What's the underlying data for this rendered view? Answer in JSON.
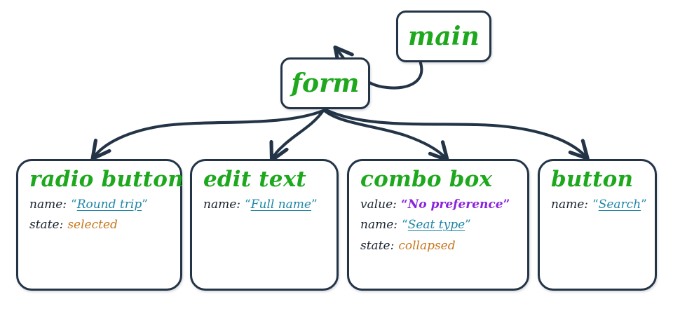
{
  "diagram": {
    "title": "accessibility-tree-fragment",
    "colors": {
      "node_border": "#243447",
      "node_type": "#1da81d",
      "label": "#1b2430",
      "name_value": "#1f87a8",
      "value_value": "#8a23dd",
      "state_value": "#c8781f",
      "background": "#ffffff"
    },
    "nodes": [
      {
        "id": "main",
        "type": "main",
        "properties": []
      },
      {
        "id": "form",
        "type": "form",
        "properties": []
      },
      {
        "id": "radio-button",
        "type": "radio button",
        "properties": [
          {
            "key": "name:",
            "value": "Round trip",
            "kind": "name",
            "quoted": true
          },
          {
            "key": "state:",
            "value": "selected",
            "kind": "state",
            "quoted": false
          }
        ]
      },
      {
        "id": "edit-text",
        "type": "edit text",
        "properties": [
          {
            "key": "name:",
            "value": "Full name",
            "kind": "name",
            "quoted": true
          }
        ]
      },
      {
        "id": "combo-box",
        "type": "combo box",
        "properties": [
          {
            "key": "value:",
            "value": "No preference",
            "kind": "value",
            "quoted": true
          },
          {
            "key": "name:",
            "value": "Seat type",
            "kind": "name",
            "quoted": true
          },
          {
            "key": "state:",
            "value": "collapsed",
            "kind": "state",
            "quoted": false
          }
        ]
      },
      {
        "id": "button",
        "type": "button",
        "properties": [
          {
            "key": "name:",
            "value": "Search",
            "kind": "name",
            "quoted": true
          }
        ]
      }
    ],
    "edges": [
      {
        "from": "main",
        "to": "form"
      },
      {
        "from": "form",
        "to": "radio-button"
      },
      {
        "from": "form",
        "to": "edit-text"
      },
      {
        "from": "form",
        "to": "combo-box"
      },
      {
        "from": "form",
        "to": "button"
      }
    ],
    "quotes": {
      "open": "“",
      "close": "”"
    }
  }
}
